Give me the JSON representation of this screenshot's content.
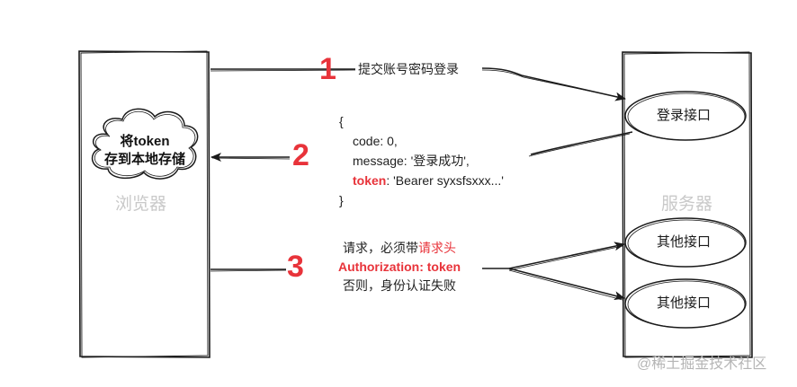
{
  "browser": {
    "label": "浏览器",
    "cloud_line1": "将token",
    "cloud_line2": "存到本地存储"
  },
  "server": {
    "label": "服务器",
    "login_api": "登录接口",
    "other_api_1": "其他接口",
    "other_api_2": "其他接口"
  },
  "step1": {
    "number": "1",
    "text": "提交账号密码登录"
  },
  "step2": {
    "number": "2",
    "open_brace": "{",
    "code_line": "code: 0,",
    "message_line": "message: '登录成功',",
    "token_key": "token",
    "token_value": ": 'Bearer syxsfsxxx...'",
    "close_brace": "}"
  },
  "step3": {
    "number": "3",
    "line1_prefix": "请求，必须带",
    "line1_highlight": "请求头",
    "line2": "Authorization: token",
    "line3": "否则，身份认证失败"
  },
  "watermark": "@稀土掘金技术社区",
  "colors": {
    "accent_red": "#e8333a",
    "box_label_gray": "#c9c9c9",
    "stroke": "#1a1a1a"
  }
}
